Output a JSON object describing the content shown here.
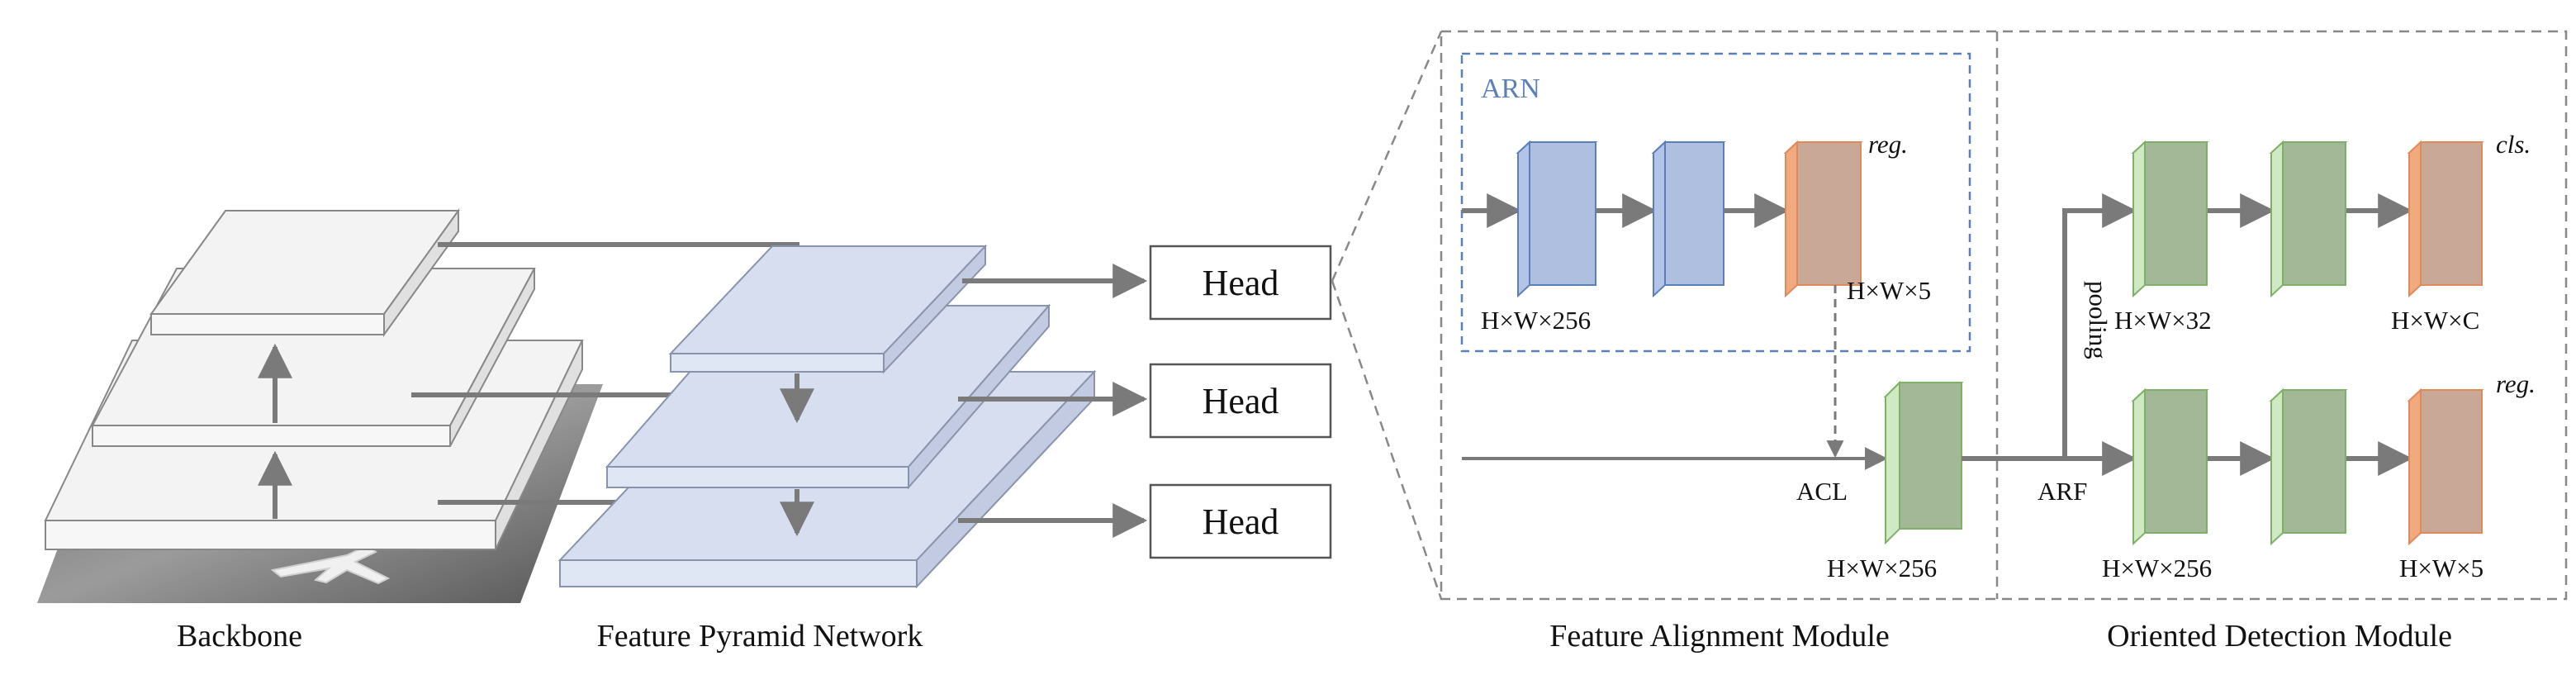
{
  "colors": {
    "arrow": "#7a7a7a",
    "backbone_fill": "#f3f3f3",
    "fpn_fill": "#d6def0",
    "blue_front": "#aebfe0",
    "blue_side": "#8ea4cf",
    "green_front": "#a3b896",
    "green_side": "#cfe9c3",
    "orange_front": "#c9a898",
    "orange_side": "#f1a97f",
    "arn_border": "#5b80b8",
    "module_border": "#888888"
  },
  "labels": {
    "backbone": "Backbone",
    "fpn": "Feature Pyramid Network",
    "fam": "Feature Alignment Module",
    "odm": "Oriented Detection Module",
    "arn": "ARN",
    "acl": "ACL",
    "arf": "ARF",
    "pooling": "pooling"
  },
  "heads": [
    "Head",
    "Head",
    "Head"
  ],
  "dims": {
    "arn_out": "H×W×256",
    "arn_reg": "H×W×5",
    "fam_out": "H×W×256",
    "odm_cls_in": "H×W×32",
    "odm_cls_out": "H×W×C",
    "odm_reg_in": "H×W×256",
    "odm_reg_out": "H×W×5"
  },
  "tags": {
    "arn_reg": "reg.",
    "odm_cls": "cls.",
    "odm_reg": "reg."
  }
}
